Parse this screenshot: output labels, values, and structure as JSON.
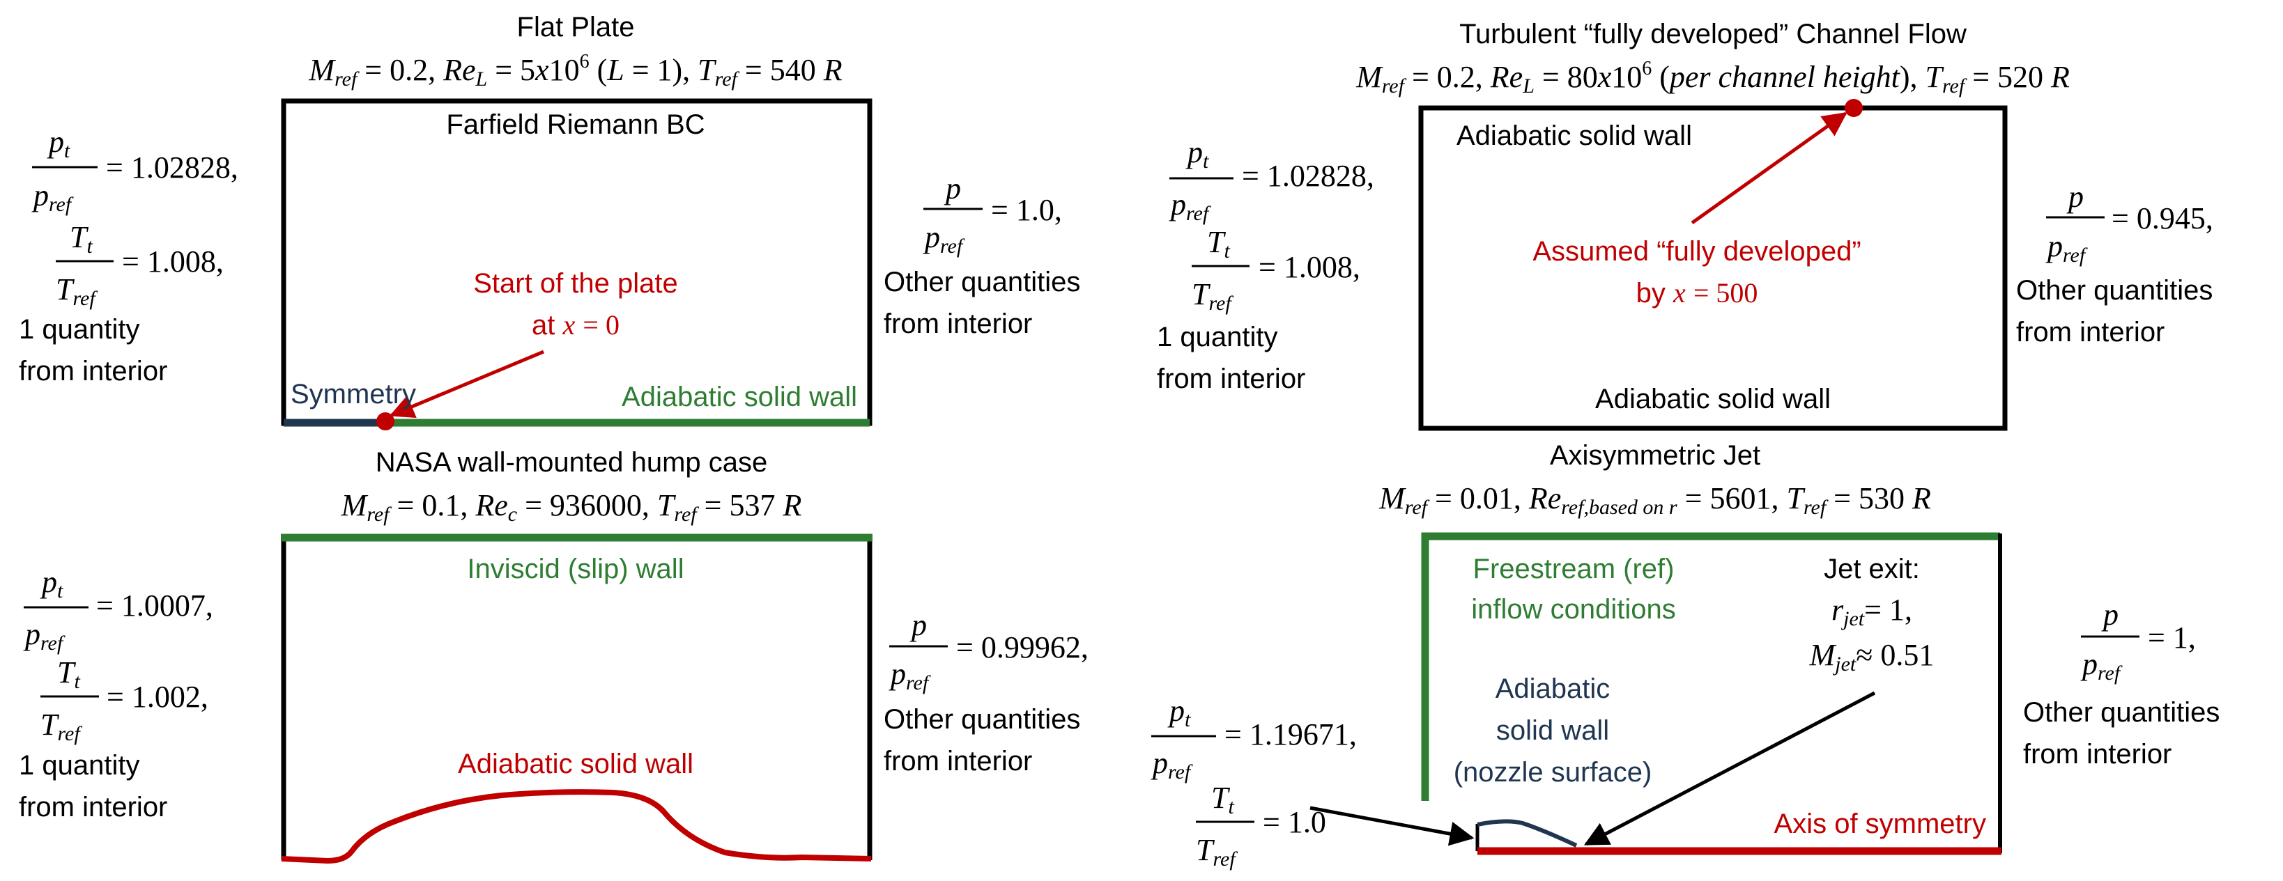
{
  "colors": {
    "boundary": "#000000",
    "wall_green": "#2e7d32",
    "wall_red": "#c00000",
    "symmetry_navy": "#1f3550",
    "annotation_red": "#c00000"
  },
  "flat_plate": {
    "title": "Flat Plate",
    "conditions": "M_ref = 0.2, Re_L = 5x10^6 (L = 1), T_ref = 540 R",
    "top_bc": "Farfield Riemann BC",
    "inflow": {
      "pt_ratio": "= 1.02828,",
      "tt_ratio": "= 1.008,",
      "note_1": "1 quantity",
      "note_2": "from interior"
    },
    "outflow": {
      "p_ratio": "= 1.0,",
      "note_1": "Other quantities",
      "note_2": "from interior"
    },
    "annotation_1": "Start of the plate",
    "annotation_2_prefix": "at",
    "annotation_2_var": "x",
    "annotation_2_suffix": "= 0",
    "symmetry_label": "Symmetry",
    "wall_label": "Adiabatic solid wall"
  },
  "channel": {
    "title": "Turbulent “fully developed” Channel Flow",
    "conditions": "M_ref = 0.2, Re_L = 80x10^6 (per channel height), T_ref = 520 R",
    "top_wall": "Adiabatic solid wall",
    "bottom_wall": "Adiabatic solid wall",
    "inflow": {
      "pt_ratio": "= 1.02828,",
      "tt_ratio": "= 1.008,",
      "note_1": "1 quantity",
      "note_2": "from interior"
    },
    "outflow": {
      "p_ratio": "= 0.945,",
      "note_1": "Other quantities",
      "note_2": "from interior"
    },
    "annotation_1": "Assumed “fully developed”",
    "annotation_2_prefix": "by",
    "annotation_2_var": "x",
    "annotation_2_suffix": "= 500"
  },
  "hump": {
    "title": "NASA wall-mounted hump case",
    "conditions": "M_ref = 0.1, Re_c = 936000, T_ref = 537 R",
    "top_wall": "Inviscid (slip) wall",
    "bottom_wall": "Adiabatic solid wall",
    "inflow": {
      "pt_ratio": "= 1.0007,",
      "tt_ratio": "= 1.002,",
      "note_1": "1 quantity",
      "note_2": "from interior"
    },
    "outflow": {
      "p_ratio": "= 0.99962,",
      "note_1": "Other quantities",
      "note_2": "from interior"
    }
  },
  "jet": {
    "title": "Axisymmetric Jet",
    "conditions": "M_ref = 0.01, Re_ref,based on r = 5601, T_ref = 530 R",
    "freestream_1": "Freestream (ref)",
    "freestream_2": "inflow conditions",
    "jet_exit": "Jet exit:",
    "r_jet": "= 1,",
    "m_jet": "≈ 0.51",
    "nozzle_1": "Adiabatic",
    "nozzle_2": "solid wall",
    "nozzle_3": "(nozzle surface)",
    "axis_label": "Axis of symmetry",
    "inflow": {
      "pt_ratio": "= 1.19671,",
      "tt_ratio": "= 1.0"
    },
    "outflow": {
      "p_ratio": "= 1,",
      "note_1": "Other quantities",
      "note_2": "from interior"
    }
  }
}
